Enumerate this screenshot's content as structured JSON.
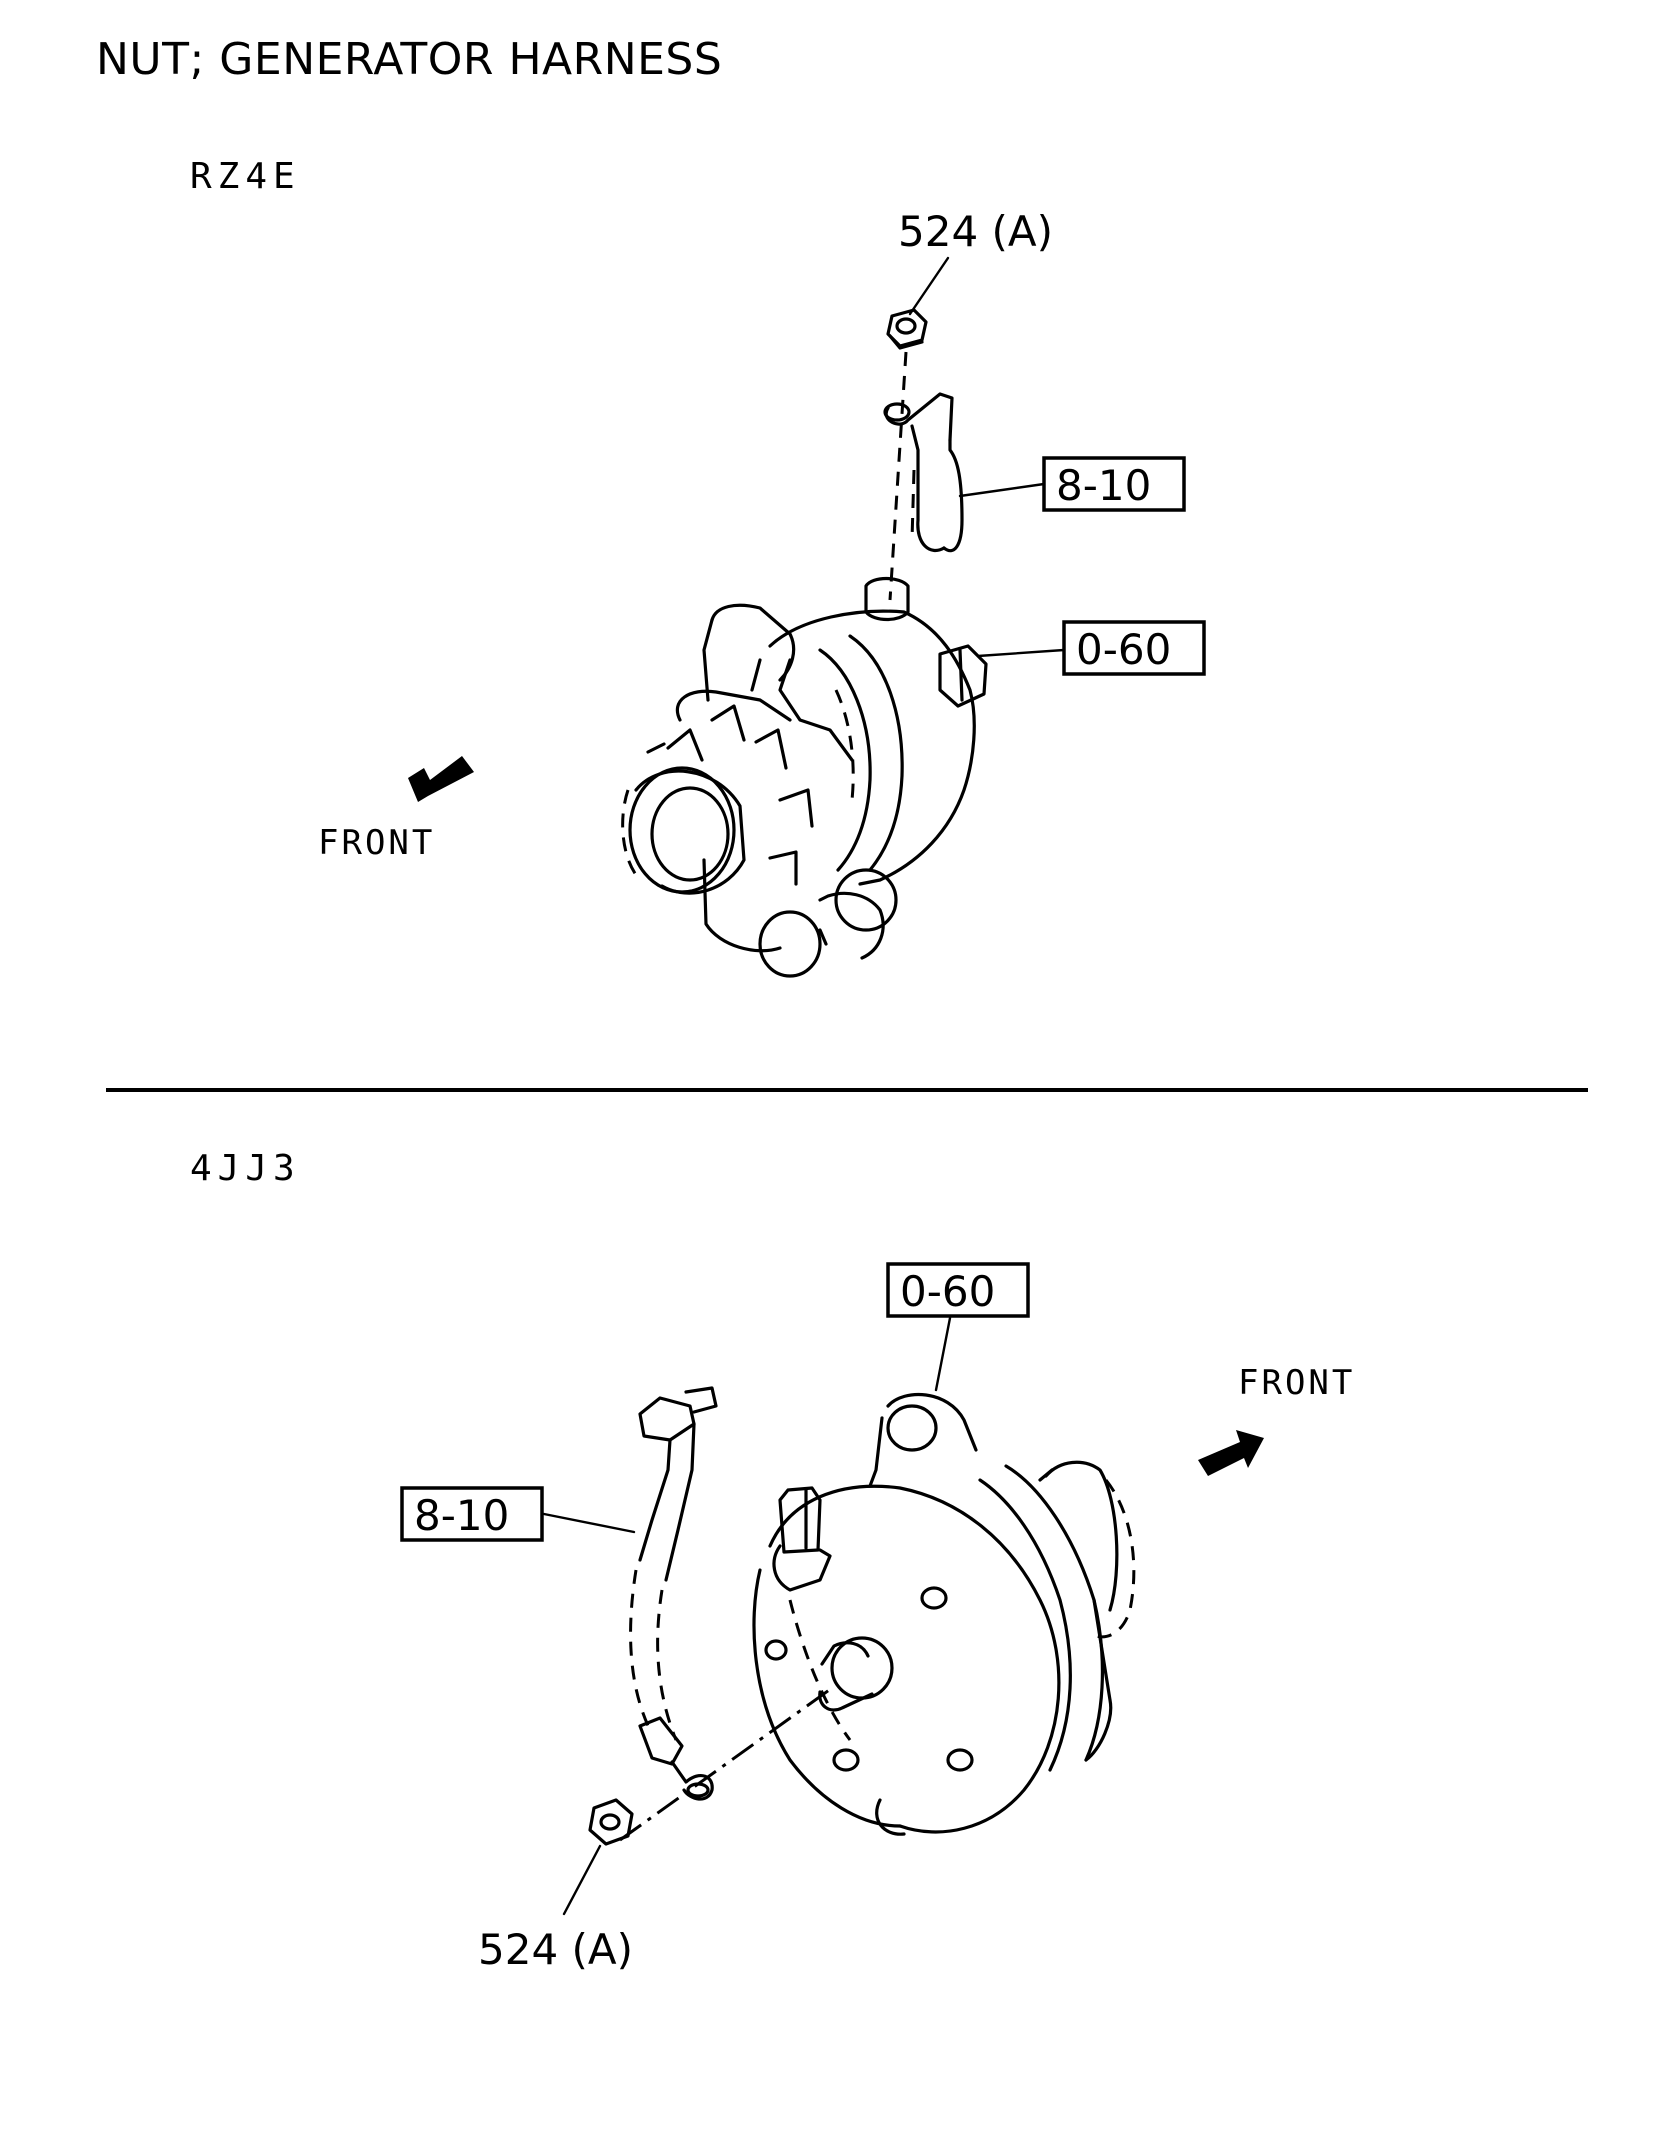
{
  "title": "NUT; GENERATOR HARNESS",
  "sections": [
    {
      "engine_code": "RZ4E",
      "callouts": {
        "nut": "524 (A)",
        "harness": "8-10",
        "generator": "0-60"
      },
      "direction_label": "FRONT"
    },
    {
      "engine_code": "4JJ3",
      "callouts": {
        "nut": "524 (A)",
        "harness": "8-10",
        "generator": "0-60"
      },
      "direction_label": "FRONT"
    }
  ]
}
